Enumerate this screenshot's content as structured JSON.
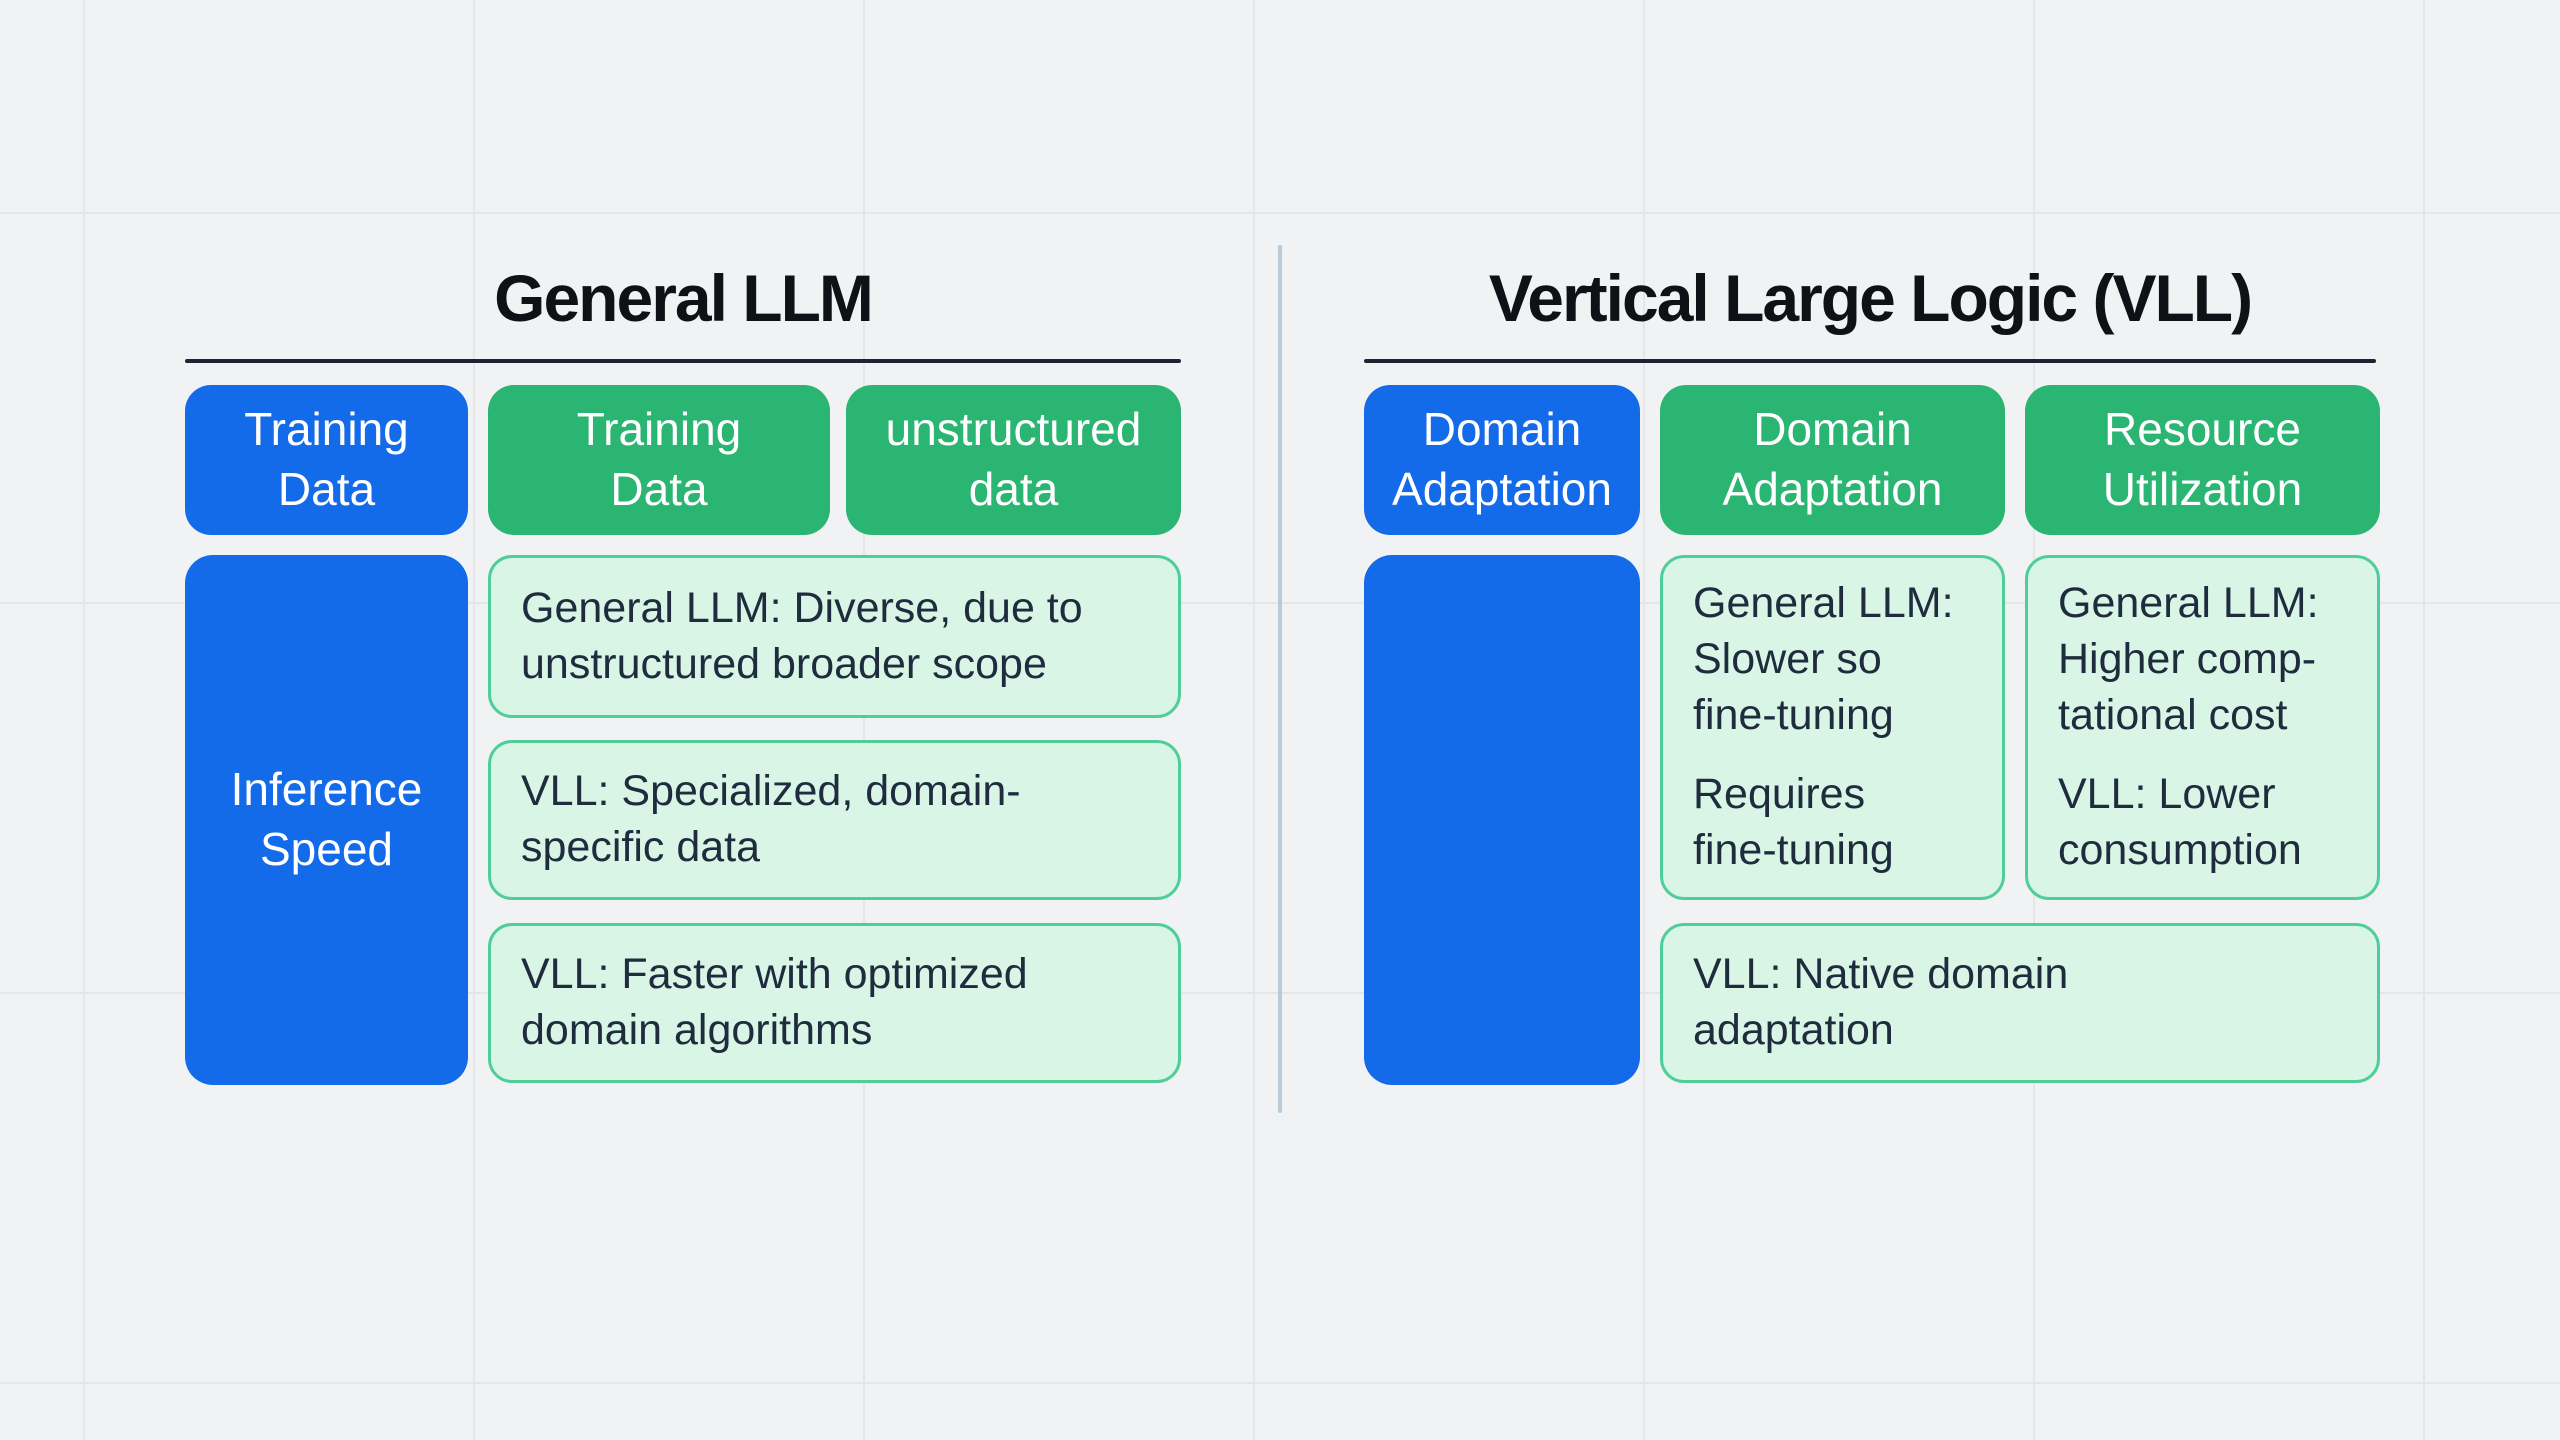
{
  "colors": {
    "background": "#f1f2f4",
    "grid-line": "#e4e6ea",
    "blue": "#146be9",
    "green": "#2ab573",
    "cell-fill": "#d9f5e6",
    "cell-border": "#4ecf9a",
    "body-text": "#1e2c3e",
    "title-text": "#0e1116",
    "rule": "#1d2534",
    "divider": "#b7ccd6",
    "header-text": "#ffffff"
  },
  "left_panel": {
    "title": "General LLM",
    "headers": [
      {
        "label": "Training\nData",
        "variant": "blue"
      },
      {
        "label": "Training\nData",
        "variant": "green"
      },
      {
        "label": "unstructured\ndata",
        "variant": "green"
      }
    ],
    "row_header": "Inference\nSpeed",
    "cells": [
      {
        "paragraphs": [
          "General LLM: Diverse, due to\nunstructured broader scope"
        ]
      },
      {
        "paragraphs": [
          "VLL: Specialized, domain-\nspecific data"
        ]
      },
      {
        "paragraphs": [
          "VLL: Faster with optimized\ndomain algorithms"
        ]
      }
    ]
  },
  "right_panel": {
    "title": "Vertical Large Logic (VLL)",
    "headers": [
      {
        "label": "Domain\nAdaptation",
        "variant": "blue"
      },
      {
        "label": "Domain\nAdaptation",
        "variant": "green"
      },
      {
        "label": "Resource\nUtilization",
        "variant": "green"
      }
    ],
    "row_header": "",
    "cells": [
      {
        "paragraphs": [
          "General LLM:\nSlower so\nfine-tuning",
          "Requires\nfine-tuning"
        ]
      },
      {
        "paragraphs": [
          "General LLM:\nHigher comp-\ntational cost",
          "VLL: Lower\nconsumption"
        ]
      },
      {
        "paragraphs": [
          "VLL: Native domain\nadaptation"
        ]
      }
    ]
  }
}
